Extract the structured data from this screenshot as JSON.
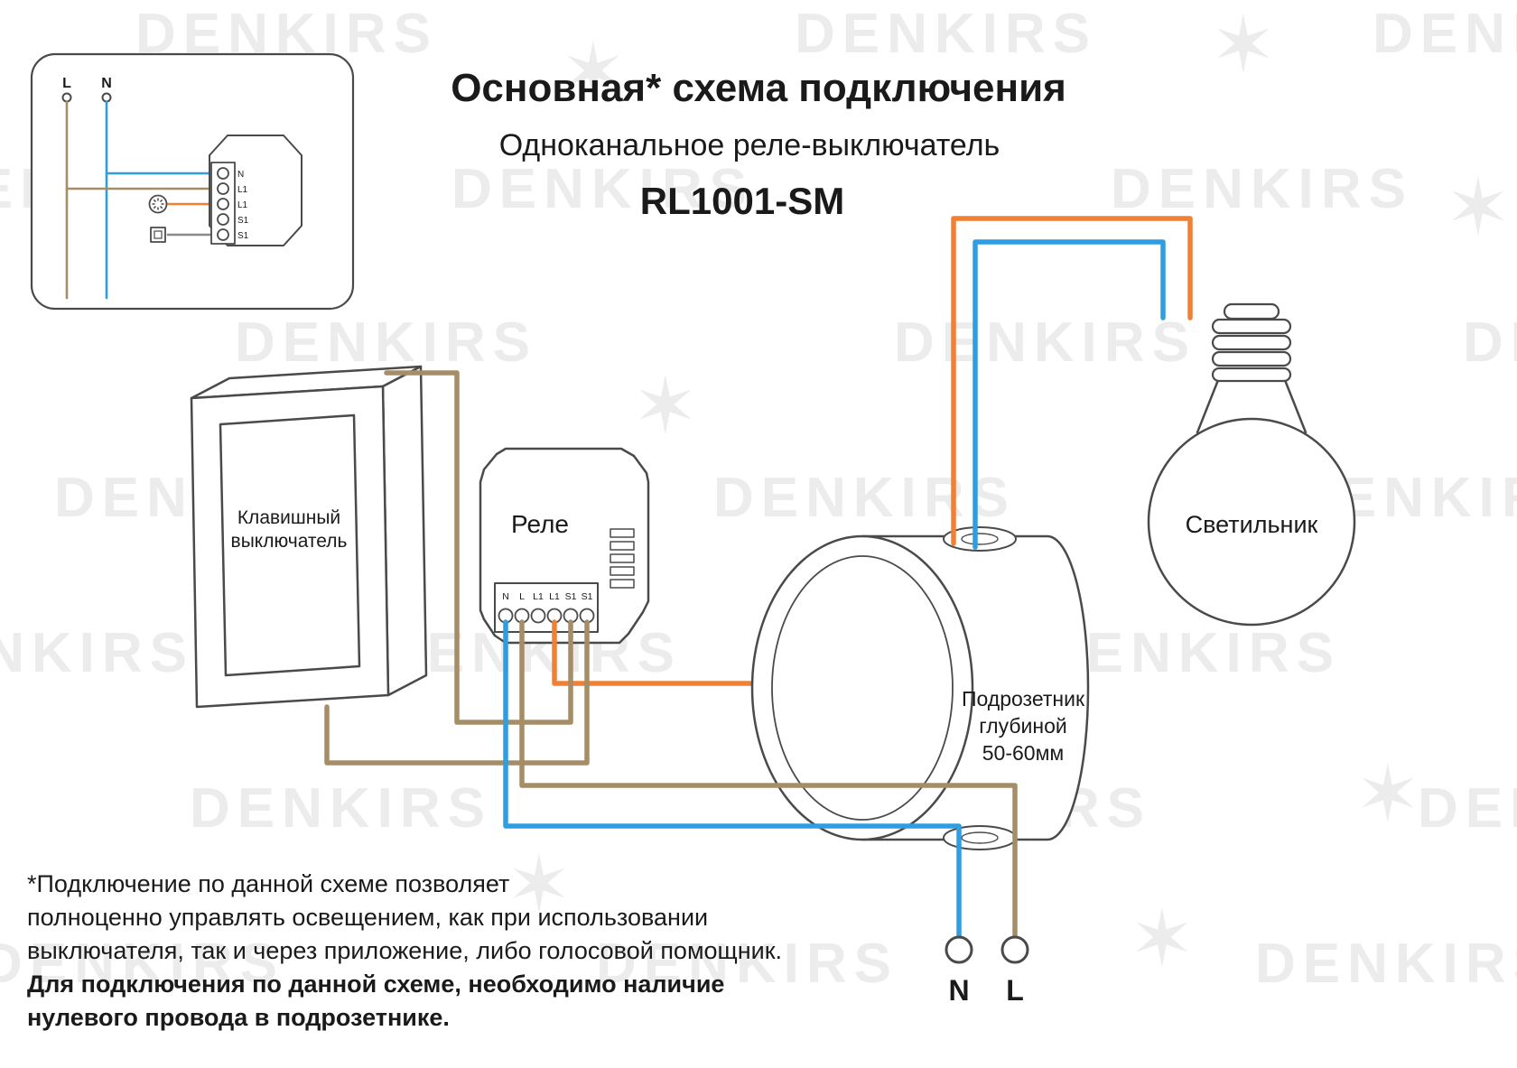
{
  "title": {
    "main": "Основная* схема подключения",
    "subtitle": "Одноканальное реле-выключатель",
    "model": "RL1001-SM"
  },
  "inset": {
    "phase_label": "L",
    "neutral_label": "N",
    "terminals": [
      "N",
      "L1",
      "L1",
      "S1",
      "S1"
    ]
  },
  "switch": {
    "label_line1": "Клавишный",
    "label_line2": "выключатель"
  },
  "relay": {
    "label": "Реле",
    "terminals": [
      "N",
      "L",
      "L1",
      "L1",
      "S1",
      "S1"
    ]
  },
  "junction_box": {
    "label_line1": "Подрозетник",
    "label_line2": "глубиной",
    "label_line3": "50-60мм"
  },
  "bulb": {
    "label": "Светильник"
  },
  "mains": {
    "neutral_label": "N",
    "line_label": "L"
  },
  "footnote": {
    "line1": "*Подключение по данной схеме позволяет",
    "line2": "полноценно управлять освещением, как при использовании",
    "line3": "выключателя, так и через приложение, либо голосовой помощник.",
    "line4": "Для подключения по данной схеме, необходимо наличие",
    "line5": "нулевого провода в подрозетнике."
  },
  "watermark": {
    "text": "DENKIRS",
    "star": "✶"
  },
  "colors": {
    "blue": "#2f9de0",
    "orange": "#f08033",
    "tan": "#a58d66",
    "outline": "#4a4a4a",
    "watermark": "#ececec"
  }
}
